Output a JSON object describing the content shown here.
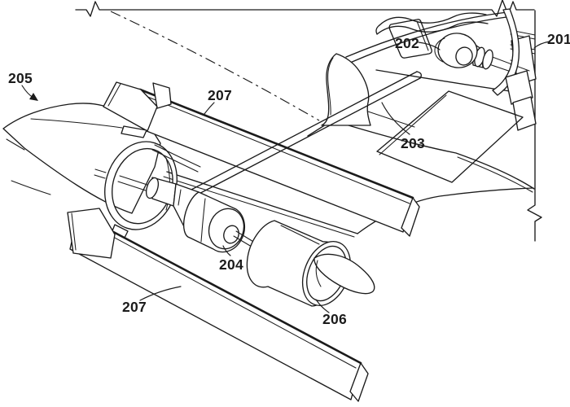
{
  "figure": {
    "kind": "patent-style technical line drawing",
    "subject": "propulsion module assembly with nose cone, motors, ducted fan and panels",
    "colors": {
      "ink": "#1b1b1b",
      "background": "#ffffff"
    },
    "labels": {
      "l201": "201",
      "l202": "202",
      "l203": "203",
      "l204": "204",
      "l205": "205",
      "l206": "206",
      "l207_upper": "207",
      "l207_lower": "207"
    }
  }
}
